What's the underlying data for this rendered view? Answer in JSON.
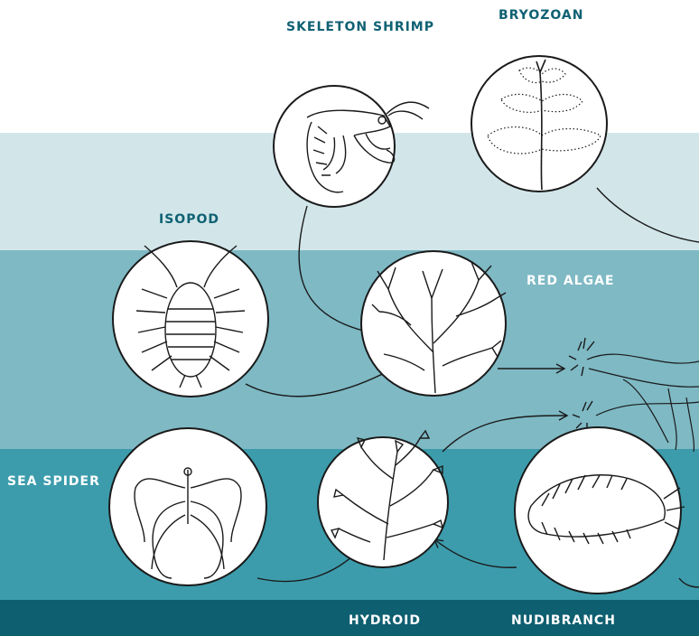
{
  "labels": {
    "skeleton_shrimp": "SKELETON SHRIMP",
    "bryozoan": "BRYOZOAN",
    "isopod": "ISOPOD",
    "red_algae": "RED ALGAE",
    "sea_spider": "SEA SPIDER",
    "hydroid": "HYDROID",
    "nudibranch": "NUDIBRANCH"
  },
  "colors": {
    "band_surface": "#ffffff",
    "band_light": "#d2e6ea",
    "band_mid": "#7eb9c4",
    "band_deep": "#3c9cac",
    "band_bottom": "#0e5f70",
    "label_teal": "#0f6173",
    "label_white": "#ffffff",
    "ink": "#1a1a1a"
  }
}
